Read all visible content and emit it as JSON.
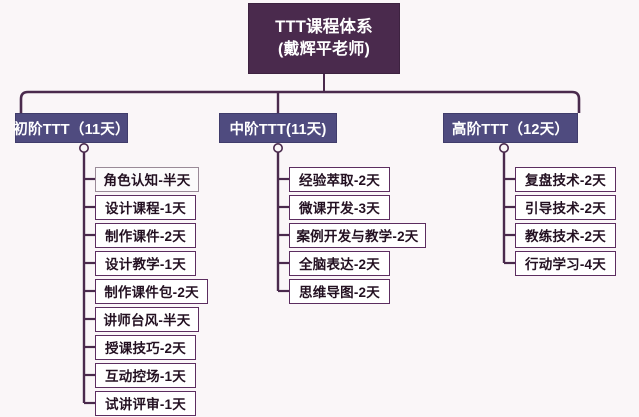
{
  "colors": {
    "background": "#faf6f8",
    "root_fill": "#4a2a4d",
    "level2_fill": "#4f4b7f",
    "leaf_border": "#5c2d60",
    "connector": "#4a2a4d",
    "leaf_text": "#231021",
    "box_text": "#ffffff"
  },
  "root": {
    "title_line1": "TTT课程体系",
    "title_line2": "(戴辉平老师)"
  },
  "branches": [
    {
      "id": "branch-basic",
      "label": "初阶TTT（11天）",
      "items": [
        {
          "label": "角色认知-半天"
        },
        {
          "label": "设计课程-1天"
        },
        {
          "label": "制作课件-2天"
        },
        {
          "label": "设计教学-1天"
        },
        {
          "label": "制作课件包-2天"
        },
        {
          "label": "讲师台风-半天"
        },
        {
          "label": "授课技巧-2天"
        },
        {
          "label": "互动控场-1天"
        },
        {
          "label": "试讲评审-1天"
        }
      ]
    },
    {
      "id": "branch-intermediate",
      "label": "中阶TTT(11天)",
      "items": [
        {
          "label": "经验萃取-2天"
        },
        {
          "label": "微课开发-3天"
        },
        {
          "label": "案例开发与教学-2天"
        },
        {
          "label": "全脑表达-2天"
        },
        {
          "label": "思维导图-2天"
        }
      ]
    },
    {
      "id": "branch-advanced",
      "label": "高阶TTT（12天）",
      "items": [
        {
          "label": "复盘技术-2天"
        },
        {
          "label": "引导技术-2天"
        },
        {
          "label": "教练技术-2天"
        },
        {
          "label": "行动学习-4天"
        }
      ]
    }
  ]
}
